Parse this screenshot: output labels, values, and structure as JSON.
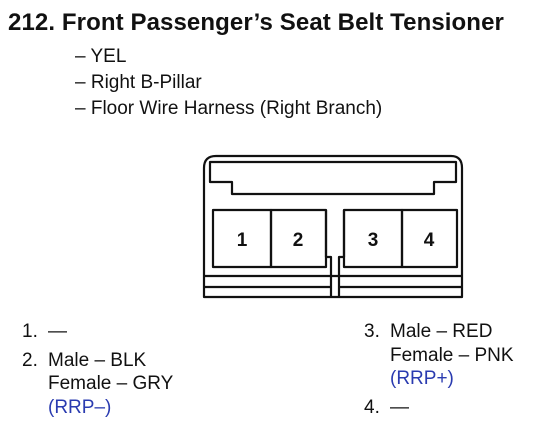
{
  "document": {
    "number": "212.",
    "title": "Front Passenger’s Seat Belt Tensioner",
    "details": [
      "– YEL",
      "– Right B-Pillar",
      "– Floor Wire Harness (Right Branch)"
    ]
  },
  "connector": {
    "pins": [
      "1",
      "2",
      "3",
      "4"
    ]
  },
  "pins_left": [
    {
      "label": "1.",
      "lines": [
        "—"
      ],
      "note": ""
    },
    {
      "label": "2.",
      "lines": [
        "Male – BLK",
        "Female – GRY"
      ],
      "note": "(RRP–)"
    }
  ],
  "pins_right": [
    {
      "label": "3.",
      "lines": [
        "Male – RED",
        "Female – PNK"
      ],
      "note": "(RRP+)"
    },
    {
      "label": "4.",
      "lines": [
        "—"
      ],
      "note": ""
    }
  ],
  "colors": {
    "text": "#111111",
    "link": "#2a3bb0"
  }
}
